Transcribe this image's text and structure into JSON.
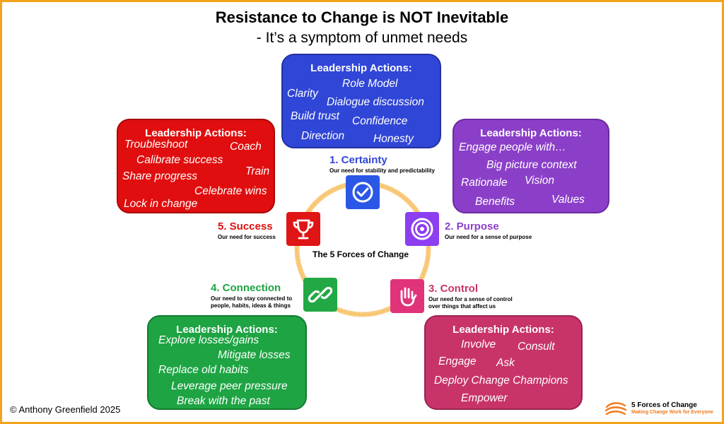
{
  "title": "Resistance to Change is NOT Inevitable",
  "subtitle": "- It’s a symptom of unmet needs",
  "center_label": "The 5 Forces of Change",
  "copyright": "© Anthony Greenfield 2025",
  "logo": {
    "name": "5 Forces of Change",
    "tagline": "Making Change Work for Everyone"
  },
  "colors": {
    "certainty": "#3046d6",
    "purpose": "#8b3fc9",
    "control": "#c8336a",
    "connection": "#1ea443",
    "success": "#e00e0e",
    "ring": "#f2a21b"
  },
  "forces": {
    "certainty": {
      "title": "1. Certainty",
      "desc": [
        "Our need for stability and predictability"
      ],
      "icon": "check-circle-icon"
    },
    "purpose": {
      "title": "2. Purpose",
      "desc": [
        "Our need for a sense of purpose"
      ],
      "icon": "target-icon"
    },
    "control": {
      "title": "3. Control",
      "desc": [
        "Our need for a sense of control",
        "over things that affect us"
      ],
      "icon": "hand-icon"
    },
    "connection": {
      "title": "4. Connection",
      "desc": [
        "Our need to stay connected to",
        "people, habits, ideas & things"
      ],
      "icon": "link-icon"
    },
    "success": {
      "title": "5. Success",
      "desc": [
        "Our need for success"
      ],
      "icon": "trophy-icon"
    }
  },
  "boxes": {
    "certainty": {
      "heading": "Leadership Actions:",
      "actions": [
        "Role Model",
        "Clarity",
        "Dialogue discussion",
        "Build trust",
        "Confidence",
        "Direction",
        "Honesty"
      ]
    },
    "purpose": {
      "heading": "Leadership Actions:",
      "actions": [
        "Engage people with…",
        "Big picture context",
        "Rationale",
        "Vision",
        "Benefits",
        "Values"
      ]
    },
    "success": {
      "heading": "Leadership Actions:",
      "actions": [
        "Troubleshoot",
        "Coach",
        "Calibrate success",
        "Train",
        "Share progress",
        "Celebrate wins",
        "Lock in change"
      ]
    },
    "connection": {
      "heading": "Leadership Actions:",
      "actions": [
        "Explore losses/gains",
        "Mitigate losses",
        "Replace old habits",
        "Leverage peer pressure",
        "Break with the past"
      ]
    },
    "control": {
      "heading": "Leadership Actions:",
      "actions": [
        "Involve",
        "Consult",
        "Engage",
        "Ask",
        "Deploy Change Champions",
        "Empower"
      ]
    }
  }
}
